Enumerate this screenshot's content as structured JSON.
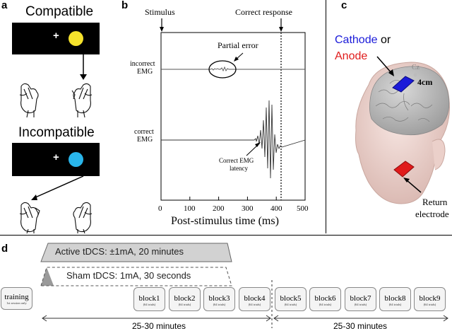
{
  "panel_a": {
    "letter": "a",
    "compatible_title": "Compatible",
    "incompatible_title": "Incompatible",
    "fixation": "+",
    "compatible_color": "#f5e22c",
    "incompatible_color": "#29b5ea"
  },
  "panel_b": {
    "letter": "b",
    "stimulus_label": "Stimulus",
    "correct_response_label": "Correct response",
    "partial_error_label": "Partial error",
    "incorrect_emg_line1": "incorrect",
    "incorrect_emg_line2": "EMG",
    "correct_emg_line1": "correct",
    "correct_emg_line2": "EMG",
    "latency_line1": "Correct EMG",
    "latency_line2": "latency",
    "x_axis_label": "Post-stimulus time (ms)",
    "x_ticks": [
      "0",
      "100",
      "200",
      "300",
      "400",
      "500"
    ]
  },
  "panel_c": {
    "letter": "c",
    "cathode_label": "Cathode",
    "or_label": " or",
    "anode_label": "Anode",
    "cz_label": "Cz",
    "size_label": "4cm",
    "return_line1": "Return",
    "return_line2": "electrode",
    "cathode_color": "#1a1ad9",
    "anode_color": "#e01b1b"
  },
  "panel_d": {
    "letter": "d",
    "active_label": "Active tDCS: ±1mA, 20 minutes",
    "sham_label": "Sham tDCS: 1mA, 30 seconds",
    "training_label": "training",
    "training_sub": "1st session only",
    "blocks": [
      {
        "label": "block1",
        "sub": "(64 trials)"
      },
      {
        "label": "block2",
        "sub": "(64 trials)"
      },
      {
        "label": "block3",
        "sub": "(64 trials)"
      },
      {
        "label": "block4",
        "sub": "(64 trials)"
      },
      {
        "label": "block5",
        "sub": "(64 trials)"
      },
      {
        "label": "block6",
        "sub": "(64 trials)"
      },
      {
        "label": "block7",
        "sub": "(64 trials)"
      },
      {
        "label": "block8",
        "sub": "(64 trials)"
      },
      {
        "label": "block9",
        "sub": "(64 trials)"
      }
    ],
    "duration_left": "25-30 minutes",
    "duration_right": "25-30 minutes"
  }
}
